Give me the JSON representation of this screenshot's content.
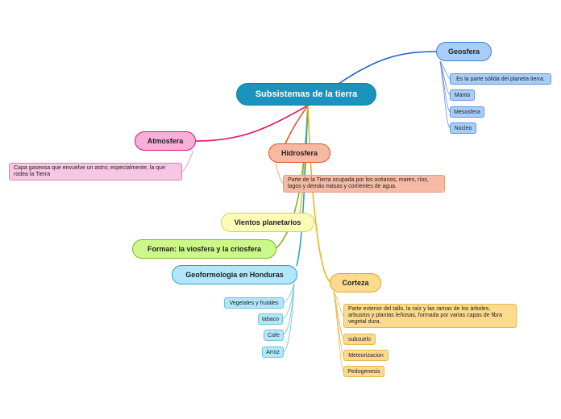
{
  "center": {
    "label": "Subsistemas de la tierra"
  },
  "geosfera": {
    "label": "Geosfera",
    "items": [
      "Es la parte sólida del planeta tierra.",
      "Manto",
      "Mesosfera",
      "Nucleo"
    ]
  },
  "atmosfera": {
    "label": "Atmosfera",
    "description": "Capa gaseosa que envuelve un astro; especialmente, la que rodea la Tierra"
  },
  "hidrosfera": {
    "label": "Hidrosfera",
    "description": "Parte de la Tierra ocupada por los océanos, mares, ríos, lagos y demás masas y corrientes de agua."
  },
  "vientos": {
    "label": "Vientos planetarios"
  },
  "forman": {
    "label": "Forman: la viosfera y la criosfera"
  },
  "geoformologia": {
    "label": "Geoformologia en Honduras",
    "items": [
      "Vegetales y frutales",
      "tabaco",
      "Cafe",
      "Arroz"
    ]
  },
  "corteza": {
    "label": "Corteza",
    "description": "Parte exterior del tallo, la raíz y las ramas de los árboles, arbustos y plantas leñosas, formada por varias capas de fibra vegetal dura.",
    "items": [
      "subsuelo",
      "Meteorizacion",
      "Pedogenesis"
    ]
  },
  "colors": {
    "center": "#1c93ba",
    "geosfera": "#1f5fc4",
    "atmosfera": "#e0126a",
    "hidrosfera": "#e85a2c",
    "vientos": "#d6ce3a",
    "forman": "#7ab526",
    "geoformologia": "#2ba3d4",
    "corteza": "#f0b418"
  }
}
